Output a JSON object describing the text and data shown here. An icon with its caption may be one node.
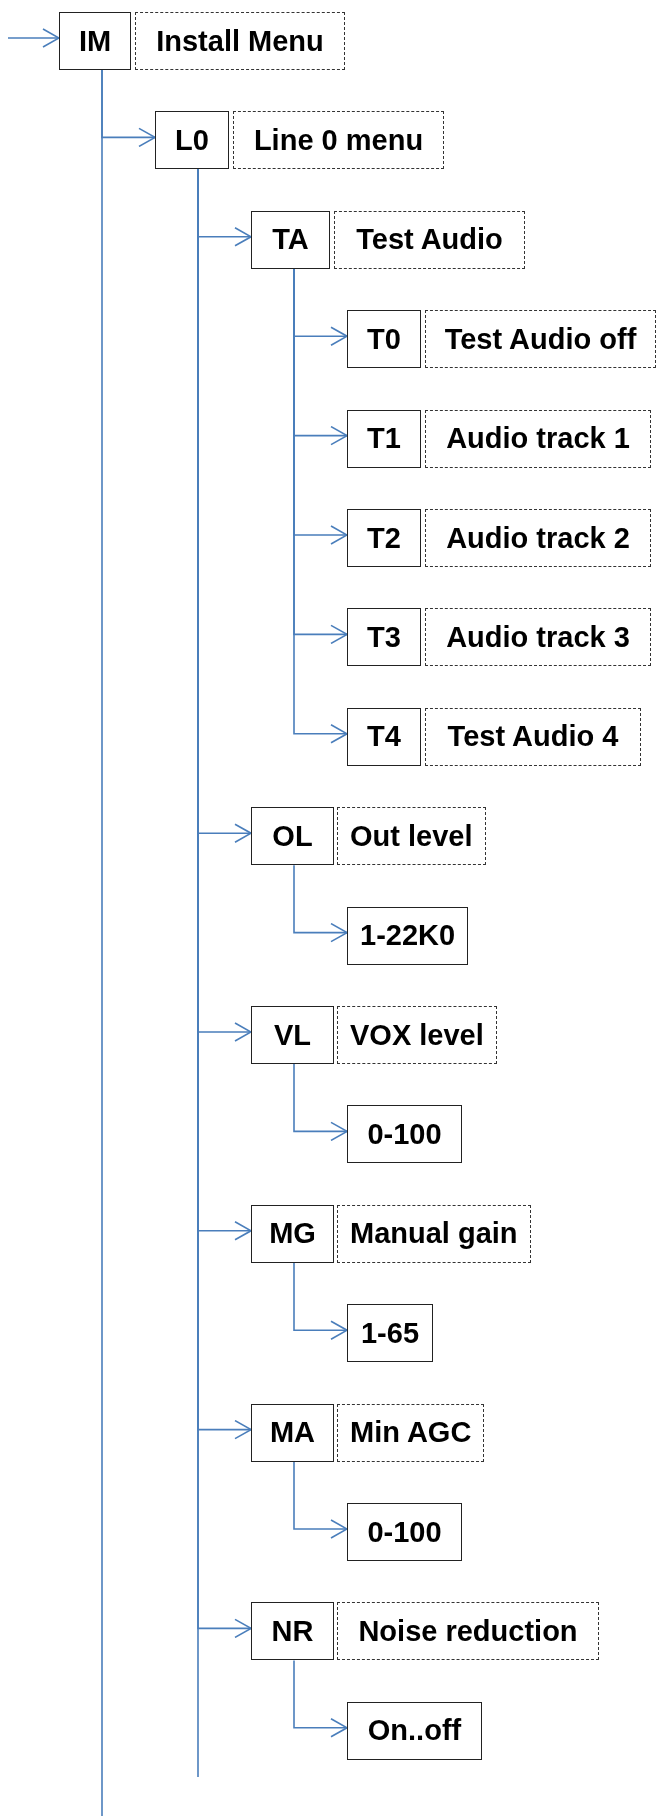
{
  "diagram": {
    "nodes": [
      {
        "text": [
          "IM"
        ]
      },
      {
        "text": [
          "Install Menu"
        ]
      },
      {
        "text": [
          "L0"
        ]
      },
      {
        "text": [
          "Line 0 menu"
        ]
      },
      {
        "text": [
          "TA"
        ]
      },
      {
        "text": [
          "Test Audio"
        ]
      },
      {
        "text": [
          "T0"
        ]
      },
      {
        "text": [
          "Test Audio off"
        ]
      },
      {
        "text": [
          "T1"
        ]
      },
      {
        "text": [
          "Audio track 1"
        ]
      },
      {
        "text": [
          "T2"
        ]
      },
      {
        "text": [
          "Audio track 2"
        ]
      },
      {
        "text": [
          "T3"
        ]
      },
      {
        "text": [
          "Audio track 3"
        ]
      },
      {
        "text": [
          "T4"
        ]
      },
      {
        "text": [
          "Test Audio 4"
        ]
      },
      {
        "text": [
          "OL"
        ]
      },
      {
        "text": [
          "Out level"
        ]
      },
      {
        "text": [
          "1-22K0"
        ]
      },
      {
        "text": [
          "VL"
        ]
      },
      {
        "text": [
          "VOX level"
        ]
      },
      {
        "text": [
          "0-100"
        ]
      },
      {
        "text": [
          "MG"
        ]
      },
      {
        "text": [
          "Manual gain"
        ]
      },
      {
        "text": [
          "1-65"
        ]
      },
      {
        "text": [
          "MA"
        ]
      },
      {
        "text": [
          "Min AGC"
        ]
      },
      {
        "text": [
          "0-100"
        ]
      },
      {
        "text": [
          "NR"
        ]
      },
      {
        "text": [
          "Noise reduction"
        ]
      },
      {
        "text": [
          "On..off"
        ]
      }
    ],
    "edges": [
      {
        "from": null,
        "to": 0,
        "arrow": "to"
      },
      {
        "from": 0,
        "to": 2,
        "arrow": "to"
      },
      {
        "from": 2,
        "to": 4,
        "arrow": "to"
      },
      {
        "from": 4,
        "to": 6,
        "arrow": "to"
      },
      {
        "from": 4,
        "to": 8,
        "arrow": "to"
      },
      {
        "from": 4,
        "to": 10,
        "arrow": "to"
      },
      {
        "from": 4,
        "to": 12,
        "arrow": "to"
      },
      {
        "from": 4,
        "to": 14,
        "arrow": "to"
      },
      {
        "from": 2,
        "to": 16,
        "arrow": "to"
      },
      {
        "from": 16,
        "to": 18,
        "arrow": "to"
      },
      {
        "from": 2,
        "to": 19,
        "arrow": "to"
      },
      {
        "from": 19,
        "to": 21,
        "arrow": "to"
      },
      {
        "from": 2,
        "to": 22,
        "arrow": "to"
      },
      {
        "from": 22,
        "to": 24,
        "arrow": "to"
      },
      {
        "from": 2,
        "to": 25,
        "arrow": "to"
      },
      {
        "from": 25,
        "to": 27,
        "arrow": "to"
      },
      {
        "from": 2,
        "to": 28,
        "arrow": "to"
      },
      {
        "from": 28,
        "to": 30,
        "arrow": "to"
      }
    ]
  }
}
